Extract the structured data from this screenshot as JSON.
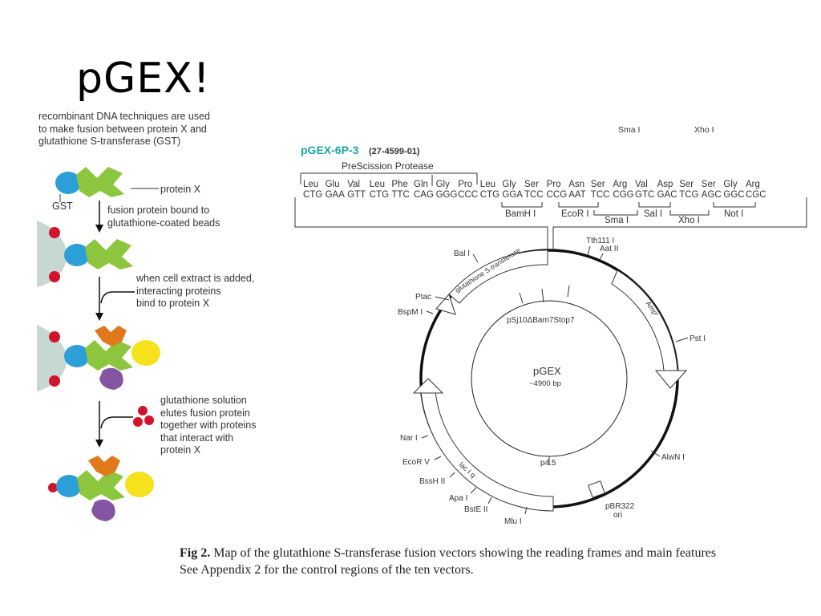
{
  "slide": {
    "title": "pGEX!"
  },
  "steps": {
    "intro": [
      "recombinant DNA techniques are used",
      "to make fusion between protein X and",
      "glutathione S-transferase (GST)"
    ],
    "gst_label": "GST",
    "protein_x_label": "protein X",
    "step1": [
      "fusion protein bound to",
      "glutathione-coated beads"
    ],
    "step2": [
      "when cell extract is added,",
      "interacting proteins",
      "bind to protein X"
    ],
    "step3": [
      "glutathione solution",
      "elutes fusion protein",
      "together with proteins",
      "that interact with",
      "protein X"
    ]
  },
  "colors": {
    "gst": "#2c9ed8",
    "protein_x": "#8cc63f",
    "bead": "#c7d8d2",
    "glutathione": "#d0142c",
    "orange_protein": "#e0791c",
    "yellow_protein": "#f5e11c",
    "purple_protein": "#8455a3",
    "vector_title": "#1aa6a6"
  },
  "vector": {
    "name": "pGEX-6P-3",
    "catalog": "(27-4599-01)",
    "cut_top_labels": [
      "Sma I",
      "Xho I"
    ],
    "protease": "PreScission Protease",
    "aa": [
      "Leu",
      "Glu",
      "Val",
      "Leu",
      "Phe",
      "Gln",
      "Gly",
      "Pro",
      "Leu",
      "Gly",
      "Ser",
      "Pro",
      "Asn",
      "Ser",
      "Arg",
      "Val",
      "Asp",
      "Ser",
      "Ser",
      "Gly",
      "Arg"
    ],
    "codons": [
      "CTG",
      "GAA",
      "GTT",
      "CTG",
      "TTC",
      "CAG",
      "GGG",
      "CCC",
      "CTG",
      "GGA",
      "TCC",
      "CCG",
      "AAT",
      "TCC",
      "CGG",
      "GTC",
      "GAC",
      "TCG",
      "AGC",
      "GGC",
      "CGC"
    ],
    "sites": [
      "BamH I",
      "EcoR I",
      "Sma I",
      "Sal I",
      "Xho I",
      "Not I"
    ]
  },
  "plasmid": {
    "name": "pGEX",
    "size": "~4900 bp",
    "inner_label": "pSj10ΔBam7Stop7",
    "p45": "p4.5",
    "features": {
      "gst": "glutathione S-transferase",
      "amp": "Ampʳ",
      "laciq": "lac I q",
      "ori": "pBR322\nori",
      "ptac": "Ptac"
    },
    "sites": [
      "Tth111 I",
      "Aat II",
      "Pst I",
      "AlwN I",
      "Mlu I",
      "BstE II",
      "Apa I",
      "BssH II",
      "EcoR V",
      "Nar I",
      "BspM I",
      "Bal I"
    ]
  },
  "caption": {
    "lead": "Fig 2.",
    "line1": " Map of the glutathione S-transferase fusion vectors showing the reading frames and main features",
    "line2": "See Appendix 2 for the control regions of the ten vectors."
  }
}
